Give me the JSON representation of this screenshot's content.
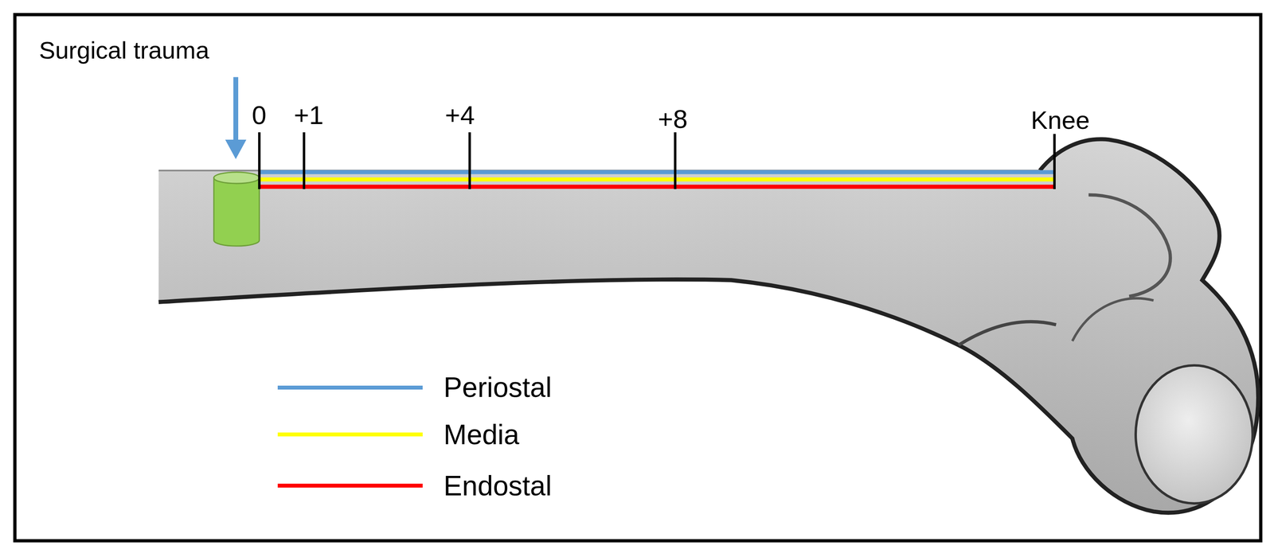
{
  "diagram": {
    "labels": [
      "Surgical trauma",
      "0",
      "+1",
      "+4",
      "+8",
      "Knee"
    ],
    "legend": [
      {
        "text": "Periostal",
        "color": "#5b9bd5"
      },
      {
        "text": "Media",
        "color": "#ffff00"
      },
      {
        "text": "Endostal",
        "color": "#ff0000"
      }
    ]
  }
}
